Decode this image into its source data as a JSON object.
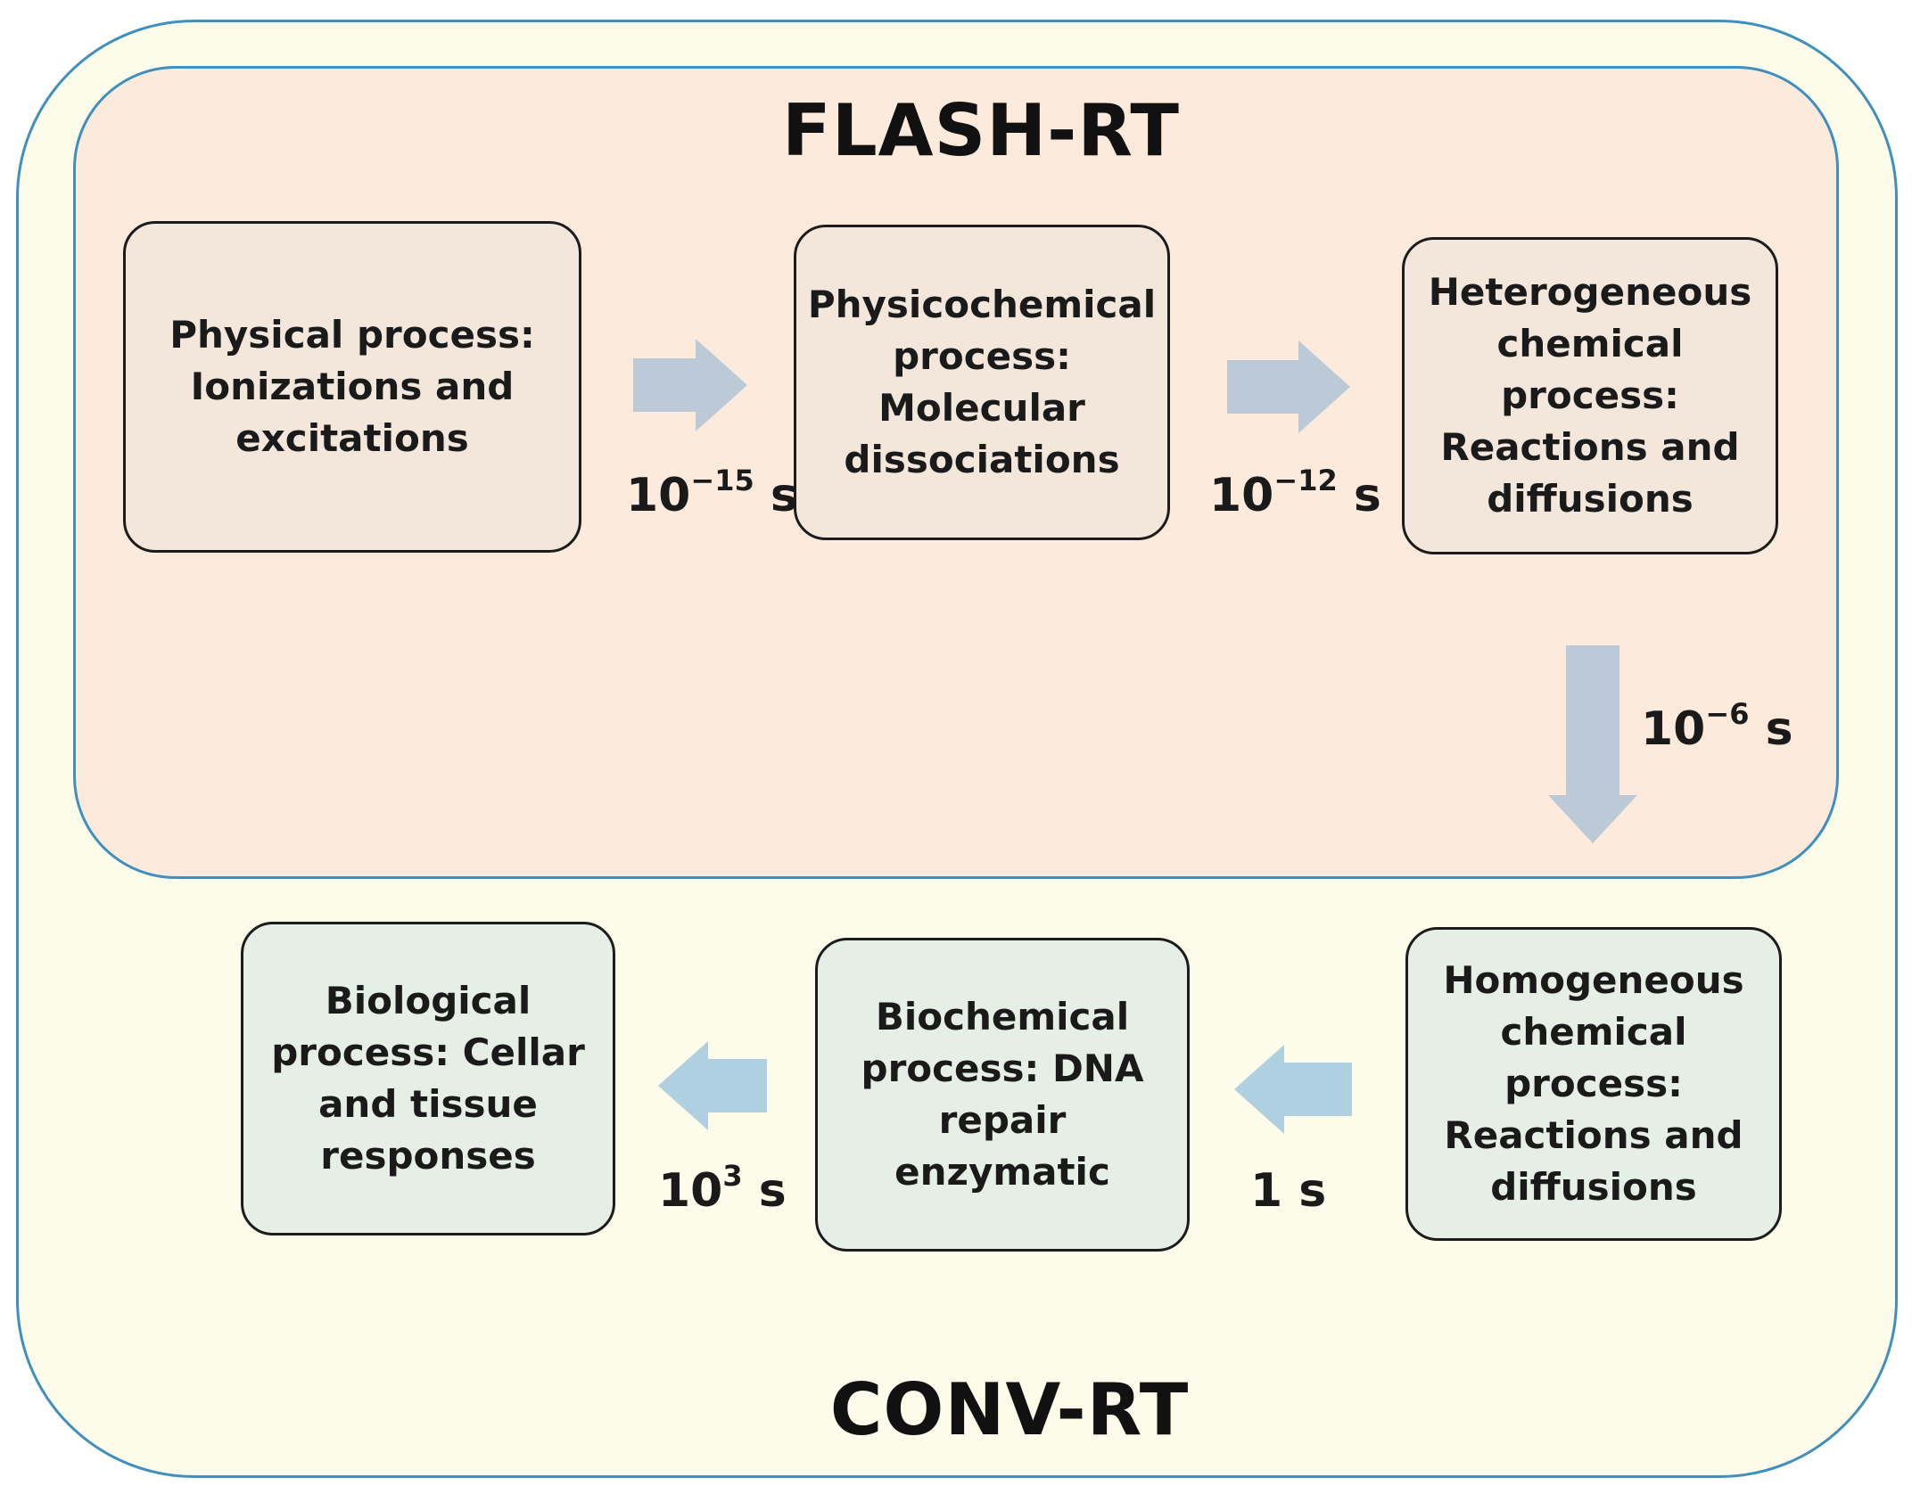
{
  "titles": {
    "flash": "FLASH-RT",
    "conv": "CONV-RT"
  },
  "boxes": {
    "physical": "Physical process: Ionizations and excitations",
    "physicochemical": "Physicochemical process: Molecular dissociations",
    "heterogeneous": "Heterogeneous chemical process: Reactions and diffusions",
    "homogeneous": "Homogeneous chemical process: Reactions and diffusions",
    "biochemical": "Biochemical process: DNA repair enzymatic",
    "biological": "Biological process: Cellar and tissue responses"
  },
  "times": {
    "t1": {
      "base": "10",
      "exp": "−15",
      "unit": "s"
    },
    "t2": {
      "base": "10",
      "exp": "−12",
      "unit": "s"
    },
    "t3": {
      "base": "10",
      "exp": "−6",
      "unit": "s"
    },
    "t4": {
      "base": "1",
      "exp": "",
      "unit": "s"
    },
    "t5": {
      "base": "10",
      "exp": "3",
      "unit": "s"
    }
  },
  "colors": {
    "outer_fill": "#fdfbea",
    "inner_fill": "#fcebdc",
    "frame_border": "#3f8fbf",
    "top_arrow": "#bcc9d6",
    "bottom_arrow": "#aed0e0"
  }
}
